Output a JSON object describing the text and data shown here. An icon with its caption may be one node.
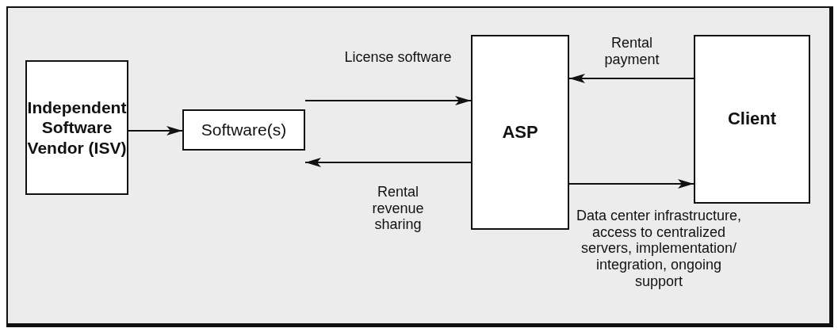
{
  "diagram": {
    "nodes": [
      {
        "text": [
          "Independent Software Vendor (ISV)"
        ]
      },
      {
        "text": [
          "Software(s)"
        ]
      },
      {
        "text": [
          "ASP"
        ]
      },
      {
        "text": [
          "Client"
        ]
      }
    ],
    "edges": [
      {
        "from": 0,
        "to": 1,
        "arrow": "to"
      },
      {
        "from": 1,
        "to": 2,
        "arrow": "to",
        "label": "License software"
      },
      {
        "from": 2,
        "to": 1,
        "arrow": "to",
        "label": "Rental revenue sharing"
      },
      {
        "from": 3,
        "to": 2,
        "arrow": "to",
        "label": "Rental payment"
      },
      {
        "from": 2,
        "to": 3,
        "arrow": "to",
        "label": "Data center infrastructure, access to centralized servers, implementation/ integration, ongoing support"
      }
    ]
  }
}
